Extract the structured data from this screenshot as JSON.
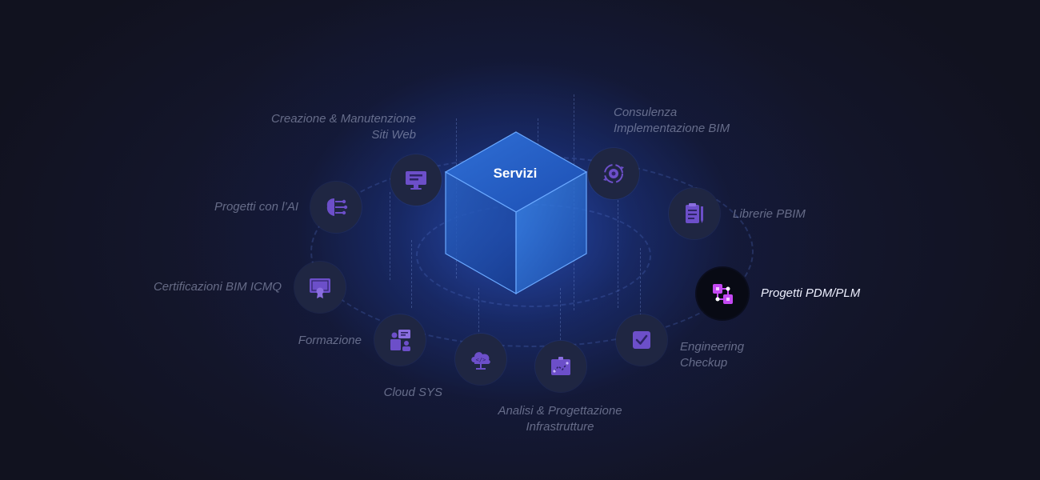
{
  "hub": {
    "title": "Servizi"
  },
  "services": [
    {
      "line1": "Creazione & Manutenzione",
      "line2": "Siti Web",
      "icon": "monitor-icon"
    },
    {
      "line1": "Consulenza",
      "line2": "Implementazione BIM",
      "icon": "gear-cycle-icon"
    },
    {
      "line1": "Progetti con l’AI",
      "line2": "",
      "icon": "ai-brain-icon"
    },
    {
      "line1": "Librerie PBIM",
      "line2": "",
      "icon": "clipboard-library-icon"
    },
    {
      "line1": "Certificazioni BIM ICMQ",
      "line2": "",
      "icon": "certificate-icon"
    },
    {
      "line1": "Progetti PDM/PLM",
      "line2": "",
      "icon": "pdm-plm-icon",
      "active": true
    },
    {
      "line1": "Formazione",
      "line2": "",
      "icon": "teacher-board-icon"
    },
    {
      "line1": "Engineering",
      "line2": "Checkup",
      "icon": "checkbox-icon"
    },
    {
      "line1": "Cloud SYS",
      "line2": "",
      "icon": "cloud-code-icon"
    },
    {
      "line1": "Analisi & Progettazione",
      "line2": "Infrastrutture",
      "icon": "blueprint-icon"
    }
  ],
  "colors": {
    "background": "#11121f",
    "glow": "#2850be",
    "node": "#1f2642",
    "node_active": "#080a14",
    "icon_primary": "#6c4fc9",
    "icon_active": "#c448f2",
    "label": "#aab0cd",
    "label_active": "#eef0ff"
  }
}
